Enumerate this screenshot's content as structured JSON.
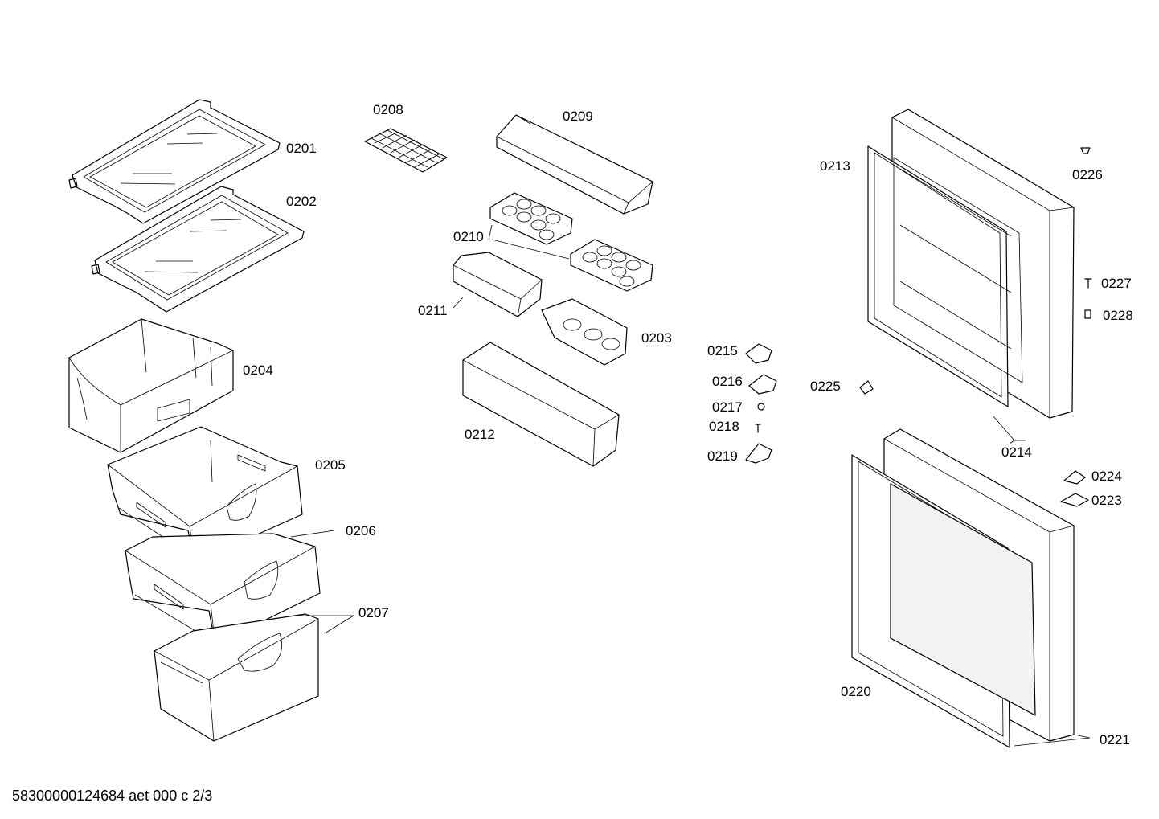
{
  "diagram": {
    "labels": {
      "p0201": "0201",
      "p0202": "0202",
      "p0203": "0203",
      "p0204": "0204",
      "p0205": "0205",
      "p0206": "0206",
      "p0207": "0207",
      "p0208": "0208",
      "p0209": "0209",
      "p0210": "0210",
      "p0211": "0211",
      "p0212": "0212",
      "p0213": "0213",
      "p0214": "0214",
      "p0215": "0215",
      "p0216": "0216",
      "p0217": "0217",
      "p0218": "0218",
      "p0219": "0219",
      "p0220": "0220",
      "p0221": "0221",
      "p0223": "0223",
      "p0224": "0224",
      "p0225": "0225",
      "p0226": "0226",
      "p0227": "0227",
      "p0228": "0228"
    }
  },
  "footer": {
    "drawing_id": "58300000124684 aet 000 c 2/3"
  }
}
